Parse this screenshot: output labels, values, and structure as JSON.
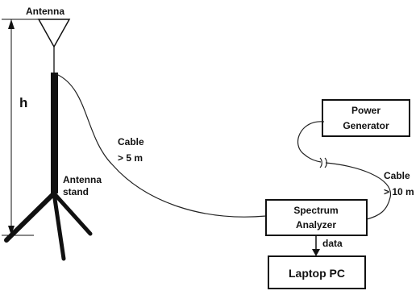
{
  "labels": {
    "antenna": "Antenna",
    "height": "h",
    "cable_left": [
      "Cable",
      "> 5 m"
    ],
    "antenna_stand": [
      "Antenna",
      "stand"
    ],
    "power_generator": [
      "Power",
      "Generator"
    ],
    "cable_right": [
      "Cable",
      "> 10 m"
    ],
    "spectrum_analyzer": [
      "Spectrum",
      "Analyzer"
    ],
    "data": "data",
    "laptop": "Laptop PC"
  },
  "colors": {
    "ink": "#111111",
    "background": "#ffffff"
  }
}
